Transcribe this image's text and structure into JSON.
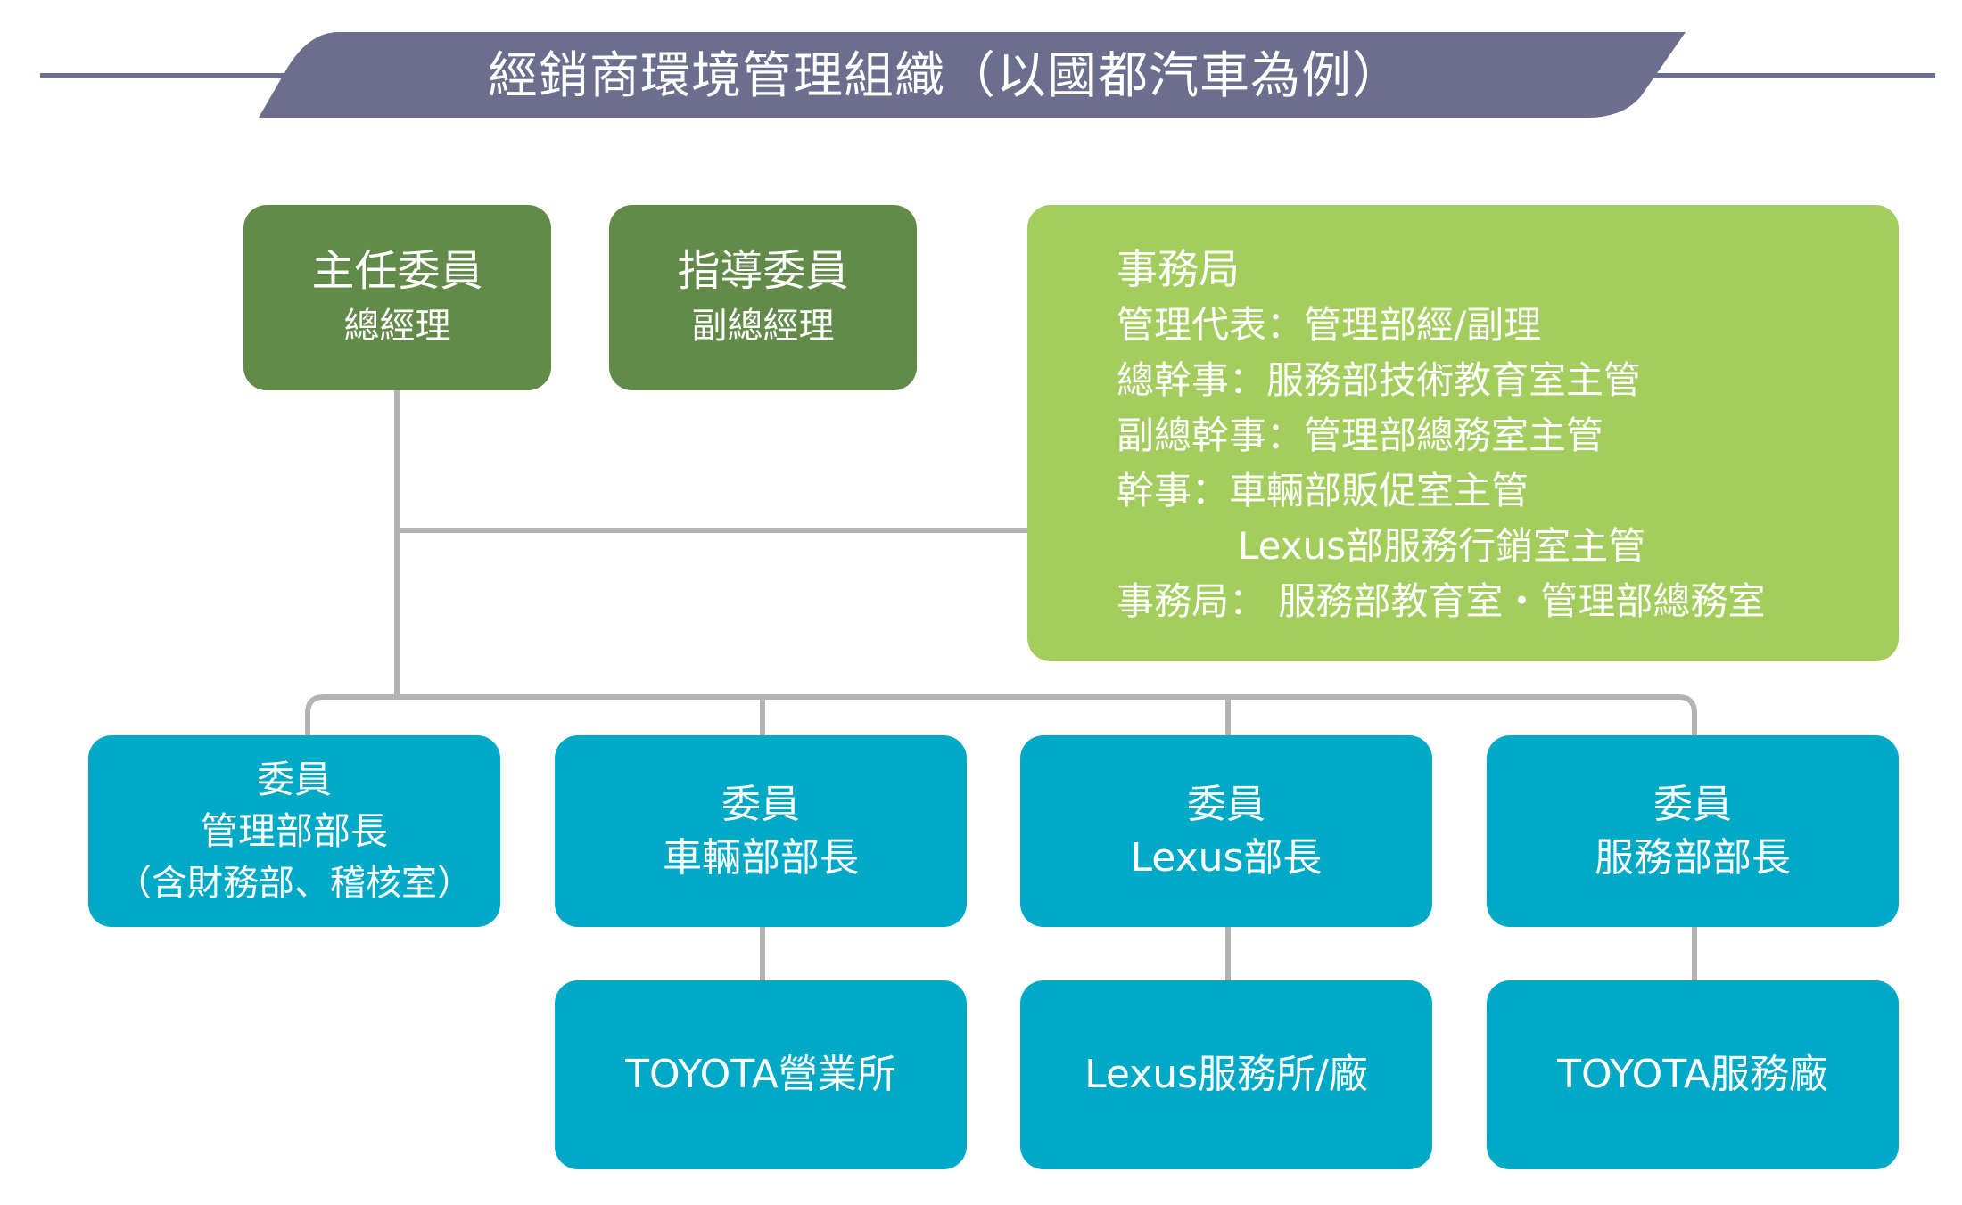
{
  "title": "經銷商環境管理組織（以國都汽車為例）",
  "colors": {
    "banner": "#6b6f8d",
    "dark_green": "#628a48",
    "light_green": "#a3cd5d",
    "teal": "#00a9c5",
    "connector": "#b3b3b3"
  },
  "top": {
    "chief": {
      "role": "主任委員",
      "name": "總經理"
    },
    "advisor": {
      "role": "指導委員",
      "name": "副總經理"
    },
    "secretariat": {
      "title": "事務局",
      "lines": [
        "管理代表：管理部經/副理",
        "總幹事：服務部技術教育室主管",
        "副總幹事：管理部總務室主管",
        "幹事：車輛部販促室主管",
        "Lexus部服務行銷室主管",
        "事務局： 服務部教育室・管理部總務室"
      ]
    }
  },
  "members": [
    {
      "role": "委員",
      "dept": "管理部部長",
      "note": "（含財務部、稽核室）"
    },
    {
      "role": "委員",
      "dept": "車輛部部長"
    },
    {
      "role": "委員",
      "dept": "Lexus部長"
    },
    {
      "role": "委員",
      "dept": "服務部部長"
    }
  ],
  "units": [
    "TOYOTA營業所",
    "Lexus服務所/廠",
    "TOYOTA服務廠"
  ]
}
